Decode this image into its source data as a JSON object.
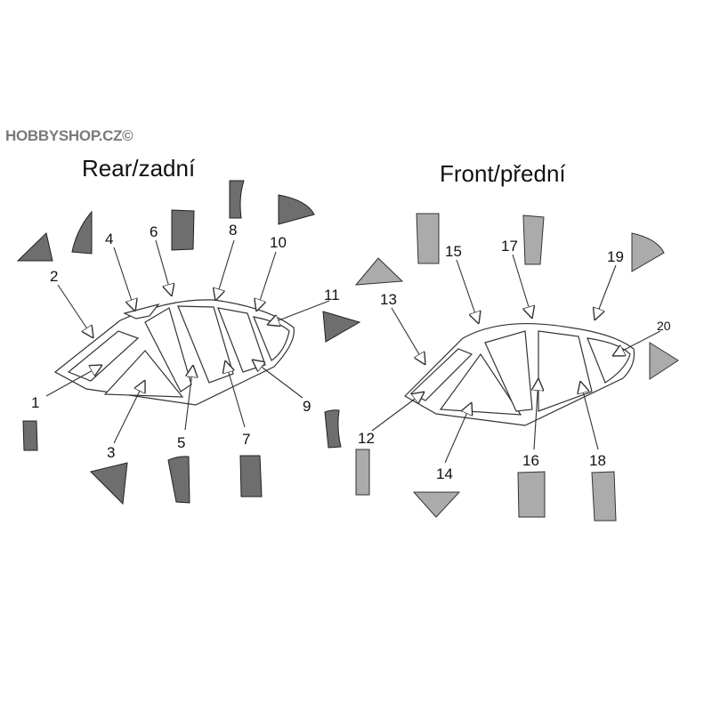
{
  "watermark": "HOBBYSHOP.CZ©",
  "rear": {
    "title": "Rear/zadní",
    "labels": [
      "1",
      "2",
      "3",
      "4",
      "5",
      "6",
      "7",
      "8",
      "9",
      "10",
      "11"
    ]
  },
  "front": {
    "title": "Front/přední",
    "labels": [
      "12",
      "13",
      "14",
      "15",
      "16",
      "17",
      "18",
      "19",
      "20"
    ]
  },
  "colors": {
    "rear_mask": "#6e6e6e",
    "front_mask": "#ababab"
  }
}
